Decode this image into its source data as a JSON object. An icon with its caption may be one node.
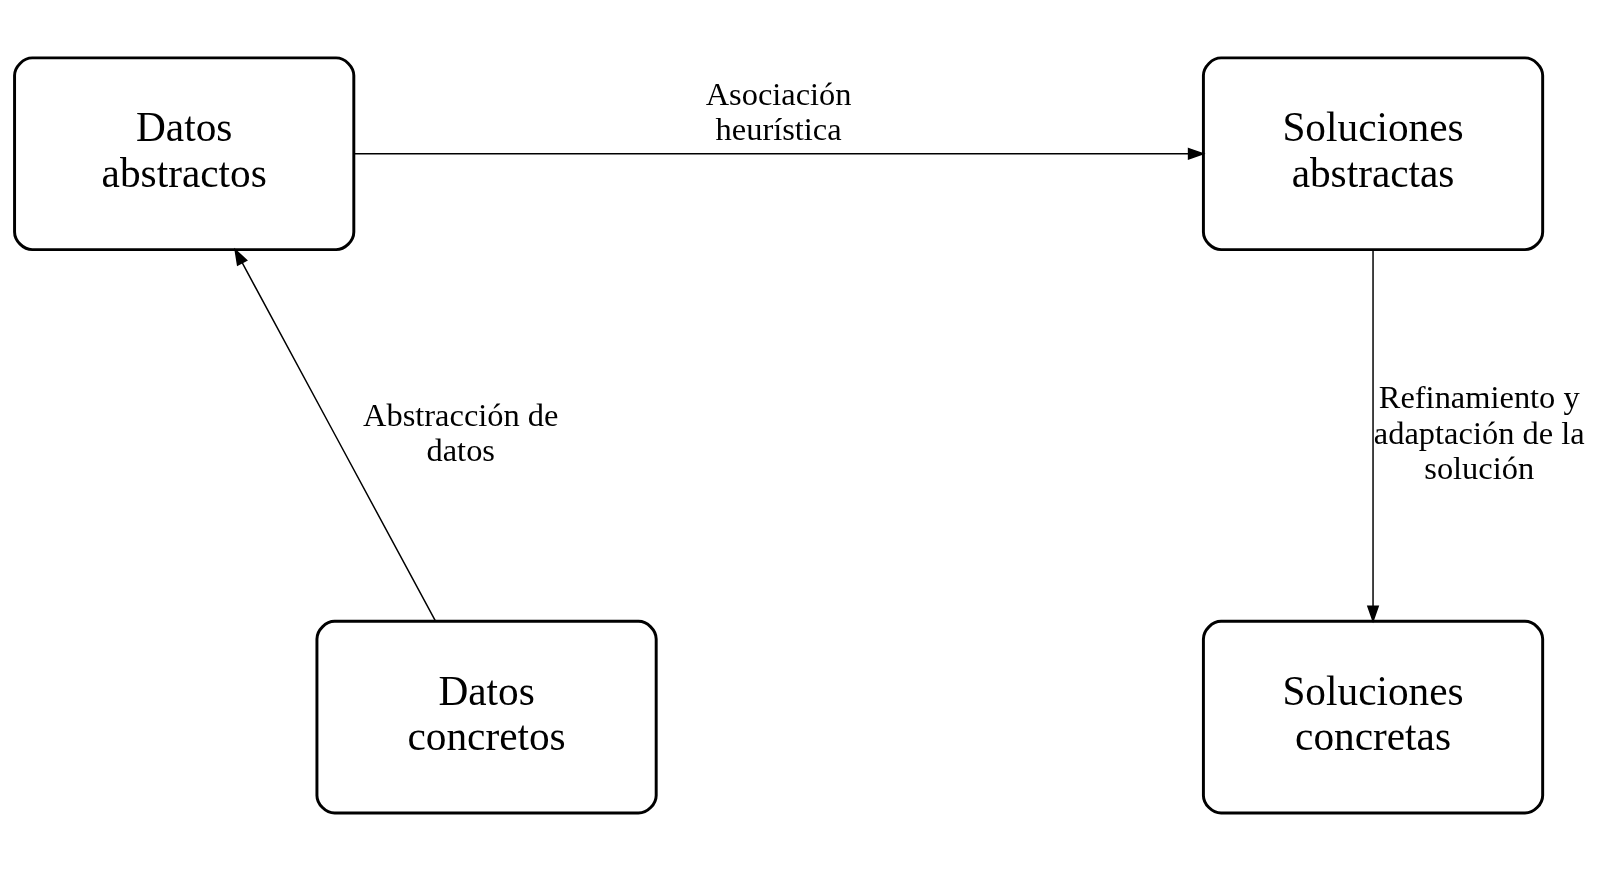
{
  "diagram": {
    "nodes": [
      {
        "text": [
          "Datos abstractos"
        ]
      },
      {
        "text": [
          "Soluciones abstractas"
        ]
      },
      {
        "text": [
          "Datos concretos"
        ]
      },
      {
        "text": [
          "Soluciones concretas"
        ]
      }
    ],
    "edges": [
      {
        "from": 0,
        "to": 1,
        "arrow": "to",
        "label": "Asociación heurística"
      },
      {
        "from": 2,
        "to": 0,
        "arrow": "to",
        "label": "Abstracción de datos"
      },
      {
        "from": 1,
        "to": 3,
        "arrow": "to",
        "label": "Refinamiento y adaptación de la solución"
      }
    ]
  }
}
